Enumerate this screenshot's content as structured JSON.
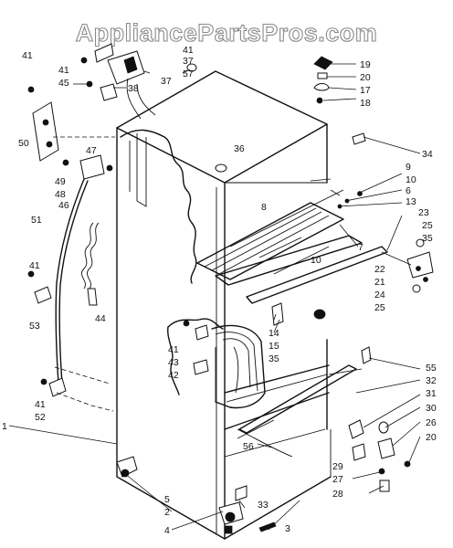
{
  "watermark": "AppliancePartsPros.com",
  "callouts": [
    {
      "id": "n1",
      "text": "1"
    },
    {
      "id": "n2",
      "text": "2"
    },
    {
      "id": "n3",
      "text": "3"
    },
    {
      "id": "n4",
      "text": "4"
    },
    {
      "id": "n5",
      "text": "5"
    },
    {
      "id": "n6",
      "text": "6"
    },
    {
      "id": "n7",
      "text": "7"
    },
    {
      "id": "n8",
      "text": "8"
    },
    {
      "id": "n9",
      "text": "9"
    },
    {
      "id": "n10a",
      "text": "10"
    },
    {
      "id": "n10b",
      "text": "10"
    },
    {
      "id": "n13",
      "text": "13"
    },
    {
      "id": "n14",
      "text": "14"
    },
    {
      "id": "n15",
      "text": "15"
    },
    {
      "id": "n17",
      "text": "17"
    },
    {
      "id": "n18",
      "text": "18"
    },
    {
      "id": "n19",
      "text": "19"
    },
    {
      "id": "n20a",
      "text": "20"
    },
    {
      "id": "n20b",
      "text": "20"
    },
    {
      "id": "n21",
      "text": "21"
    },
    {
      "id": "n22",
      "text": "22"
    },
    {
      "id": "n23",
      "text": "23"
    },
    {
      "id": "n24",
      "text": "24"
    },
    {
      "id": "n25a",
      "text": "25"
    },
    {
      "id": "n25b",
      "text": "25"
    },
    {
      "id": "n26",
      "text": "26"
    },
    {
      "id": "n27",
      "text": "27"
    },
    {
      "id": "n28",
      "text": "28"
    },
    {
      "id": "n29",
      "text": "29"
    },
    {
      "id": "n30",
      "text": "30"
    },
    {
      "id": "n31",
      "text": "31"
    },
    {
      "id": "n32",
      "text": "32"
    },
    {
      "id": "n33",
      "text": "33"
    },
    {
      "id": "n34",
      "text": "34"
    },
    {
      "id": "n35a",
      "text": "35"
    },
    {
      "id": "n35b",
      "text": "35"
    },
    {
      "id": "n36",
      "text": "36"
    },
    {
      "id": "n37a",
      "text": "37"
    },
    {
      "id": "n37b",
      "text": "37"
    },
    {
      "id": "n38",
      "text": "38"
    },
    {
      "id": "n41a",
      "text": "41"
    },
    {
      "id": "n41b",
      "text": "41"
    },
    {
      "id": "n41c",
      "text": "41"
    },
    {
      "id": "n41d",
      "text": "41"
    },
    {
      "id": "n41e",
      "text": "41"
    },
    {
      "id": "n41f",
      "text": "41"
    },
    {
      "id": "n42",
      "text": "42"
    },
    {
      "id": "n43",
      "text": "43"
    },
    {
      "id": "n44",
      "text": "44"
    },
    {
      "id": "n45",
      "text": "45"
    },
    {
      "id": "n46",
      "text": "46"
    },
    {
      "id": "n47",
      "text": "47"
    },
    {
      "id": "n48",
      "text": "48"
    },
    {
      "id": "n49",
      "text": "49"
    },
    {
      "id": "n50",
      "text": "50"
    },
    {
      "id": "n51",
      "text": "51"
    },
    {
      "id": "n52",
      "text": "52"
    },
    {
      "id": "n53",
      "text": "53"
    },
    {
      "id": "n55",
      "text": "55"
    },
    {
      "id": "n56",
      "text": "56"
    },
    {
      "id": "n57",
      "text": "57"
    }
  ]
}
